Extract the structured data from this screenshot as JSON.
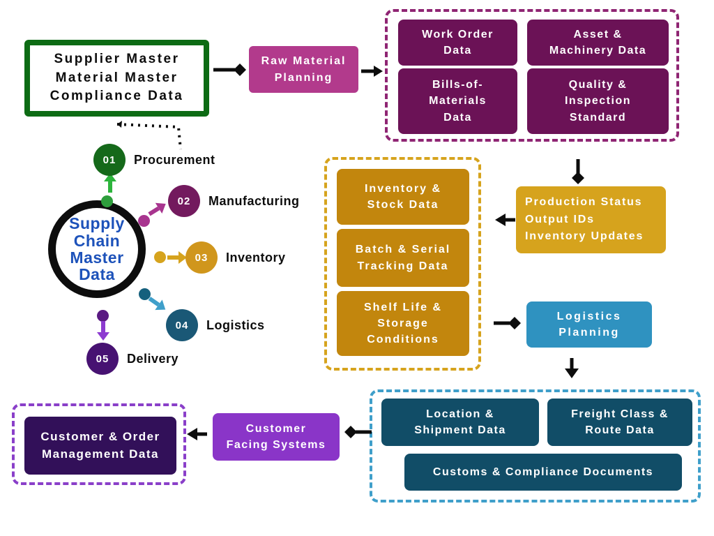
{
  "palette": {
    "green_border": "#0d6b14",
    "magenta": "#b23a8c",
    "plum_box": "#6b1256",
    "plum_dashed": "#8f2573",
    "gold_box": "#c2860d",
    "gold_bright": "#d6a31d",
    "blue": "#2f92c0",
    "blue_dashed": "#3f9fca",
    "teal_box": "#114d67",
    "violet": "#8a35c8",
    "dark_violet": "#321059",
    "hub_text_blue": "#1d52ba",
    "arrow_black": "#0d0d0d",
    "arrow_green": "#2db43c",
    "arrow_magenta": "#a8358f",
    "arrow_gold": "#d6a31d",
    "arrow_teal": "#3f9fca",
    "arrow_purple": "#8d3bd0"
  },
  "supplier": {
    "label": "Supplier Master\nMaterial Master\nCompliance Data"
  },
  "raw_material": {
    "label": "Raw Material\nPlanning"
  },
  "manufacturing_group": {
    "work_order": "Work Order\nData",
    "asset": "Asset &\nMachinery Data",
    "bom": "Bills-of-\nMaterials\nData",
    "quality": "Quality &\nInspection\nStandard"
  },
  "production_status": {
    "label": "Production Status\nOutput IDs\nInventory Updates"
  },
  "inventory_group": {
    "inventory_stock": "Inventory &\nStock Data",
    "batch_serial": "Batch & Serial\nTracking Data",
    "shelf_life": "Shelf Life &\nStorage\nConditions"
  },
  "logistics_planning": {
    "label": "Logistics\nPlanning"
  },
  "logistics_group": {
    "location": "Location &\nShipment Data",
    "freight": "Freight Class &\nRoute Data",
    "customs": "Customs & Compliance Documents"
  },
  "customer_facing": {
    "label": "Customer\nFacing Systems"
  },
  "customer_order": {
    "label": "Customer & Order\nManagement Data"
  },
  "hub": {
    "label": "Supply\nChain\nMaster\nData",
    "nodes": [
      {
        "num": "01",
        "label": "Procurement"
      },
      {
        "num": "02",
        "label": "Manufacturing"
      },
      {
        "num": "03",
        "label": "Inventory"
      },
      {
        "num": "04",
        "label": "Logistics"
      },
      {
        "num": "05",
        "label": "Delivery"
      }
    ]
  }
}
